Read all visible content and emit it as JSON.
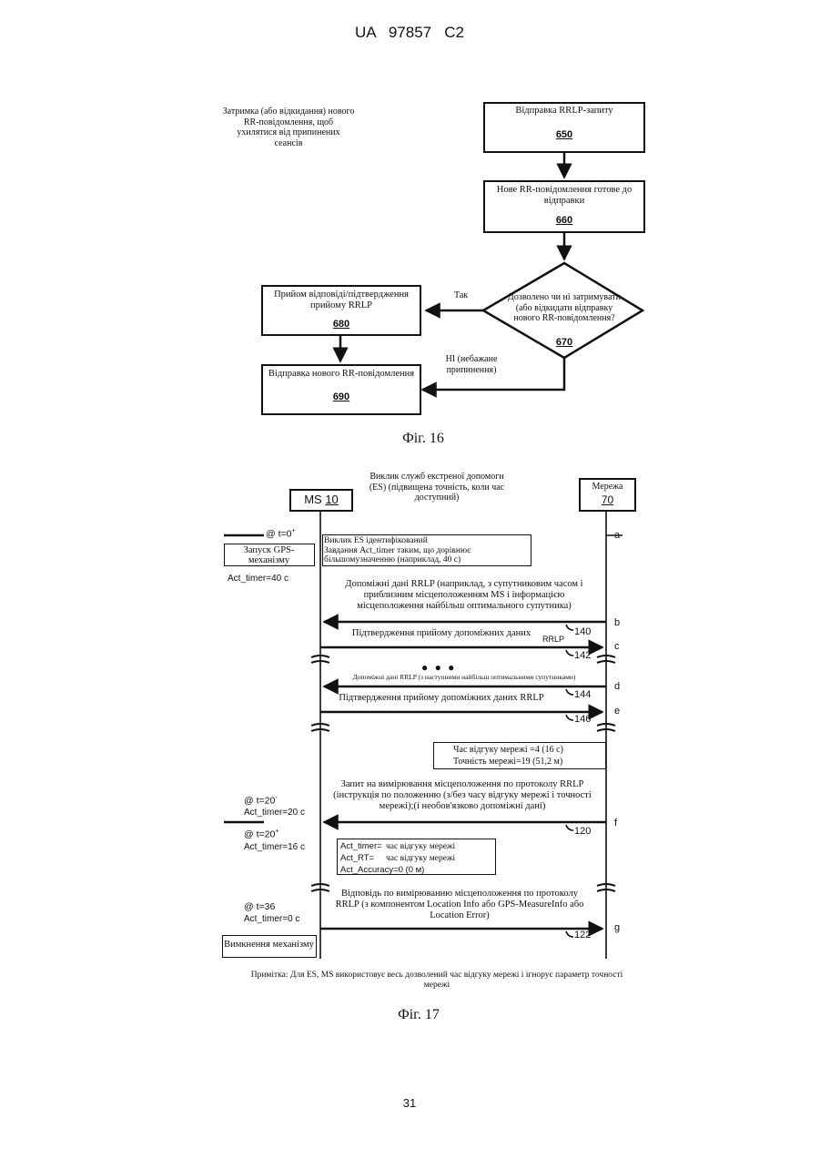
{
  "header": {
    "doc_id": "UA   97857   C2"
  },
  "fig16": {
    "note": [
      "Затримка (або відкидання) нового",
      "RR-повідомлення, щоб",
      "ухилятися від припинених",
      "сеансів"
    ],
    "box650": {
      "text": "Відправка RRLP-запиту",
      "num": "650"
    },
    "box660": {
      "text": [
        "Нове RR-повідомлення готове до",
        "відправки"
      ],
      "num": "660"
    },
    "diamond670": {
      "text": [
        "Дозволено чи ні затримувати",
        "(або відкидати відправку",
        "нового RR-повідомлення?"
      ],
      "num": "670"
    },
    "box680": {
      "text": [
        "Прийом відповіді/підтвердження",
        "прийому RRLP"
      ],
      "num": "680"
    },
    "box690": {
      "text": "Відправка нового RR-повідомлення",
      "num": "690"
    },
    "yes_label": "Так",
    "no_label": [
      "НІ (небажане",
      "припинення)"
    ],
    "caption": "Фіг. 16"
  },
  "fig17": {
    "title": [
      "Виклик служб екстреної допомоги",
      "(ES) (підвищена точність, коли час",
      "доступний)"
    ],
    "ms_label": "MS",
    "ms_num": "10",
    "net_label": "Мережа",
    "net_num": "70",
    "t0": "@ t=0",
    "t0_sup": "+",
    "gps_start": [
      "Запуск GPS-",
      "механізму"
    ],
    "act_timer_40": "Act_timer=40 с",
    "es_box": [
      "Виклик ES ідентифікований",
      "Завдання Act_timer таким, що дорівнює",
      "більшомузначенню (наприклад, 40 с)"
    ],
    "assist_data": [
      "Допоміжні дані RRLP (наприклад, з супутниковим часом і",
      "приблизним місцеположенням MS і інформацією",
      "місцеположення найбільш оптимального супутника)"
    ],
    "assist_ack": "Підтвердження прийому допоміжних даних",
    "rrlp_small": "RRLP",
    "dots": "● ● ●",
    "assist_more": "Допоміжні дані RRLP (з наступними найбільш оптимальними супутниками)",
    "assist_ack2": "Підтвердження прийому допоміжних даних RRLP",
    "net_params": [
      "Час відгуку мережі =4 (16 с)",
      "Точність мережі=19 (51,2 м)"
    ],
    "pos_request": [
      "Запит на вимірювання місцеположення по протоколу RRLP",
      "(інструкція по положенню (з/без часу відгуку мережі і точності",
      "мережі);(і необов'язково допоміжні дані)"
    ],
    "t20m": "@ t=20",
    "t20m_sup": "-",
    "act_timer_20": "Act_timer=20 с",
    "t20p": "@ t=20",
    "t20p_sup": "+",
    "act_timer_16": "Act_timer=16 с",
    "act_box": [
      [
        "Act_timer=",
        "час відгуку мережі"
      ],
      [
        "Act_RT=",
        "час відгуку мережі"
      ],
      [
        "Act_Accuracy=0 (0 м)",
        ""
      ]
    ],
    "pos_response": [
      "Відповідь по вимірюванню місцеположення по протоколу",
      "RRLP (з компонентом Location Info або GPS-MeasureInfo або",
      "Location Error)"
    ],
    "t36": "@ t=36",
    "act_timer_0": "Act_timer=0 с",
    "engine_off": "Вимкнення механізму",
    "refs": {
      "r140": "140",
      "r142": "142",
      "r144": "144",
      "r146": "146",
      "r120": "120",
      "r122": "122"
    },
    "letters": {
      "a": "a",
      "b": "b",
      "c": "c",
      "d": "d",
      "e": "e",
      "f": "f",
      "g": "g"
    },
    "note": [
      "Примітка: Для ES, MS використовує весь дозволений час відгуку мережі і ігнорує параметр точності",
      "мережі"
    ],
    "caption": "Фіг. 17"
  },
  "footer": {
    "page_number": "31"
  }
}
